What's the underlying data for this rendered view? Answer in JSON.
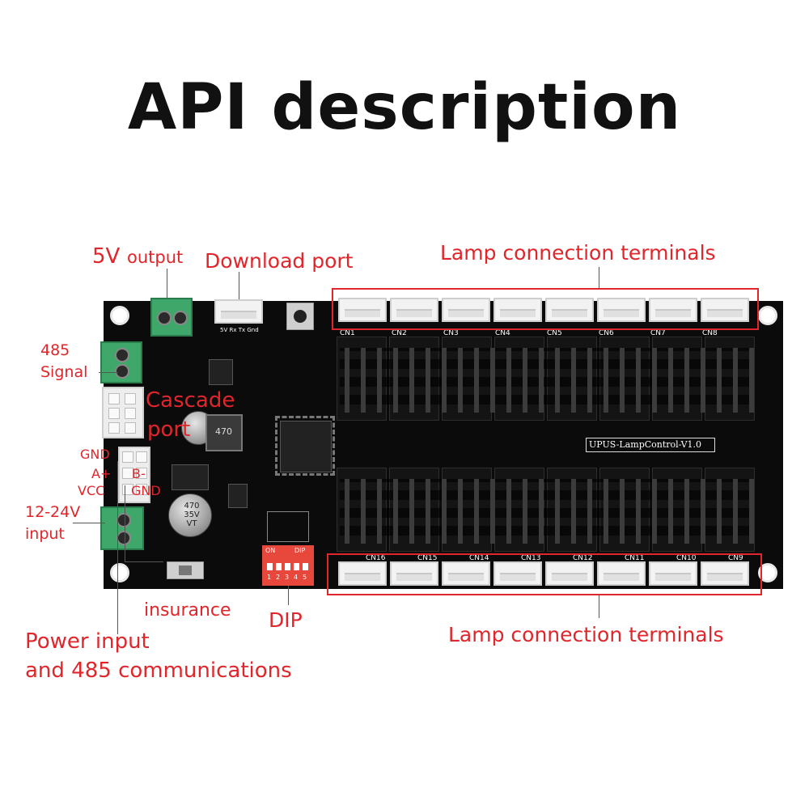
{
  "title": "API description",
  "labels": {
    "five_v_big": "5V",
    "five_v_small": "output",
    "download_port": "Download port",
    "lamp_top": "Lamp connection terminals",
    "lamp_bottom": "Lamp connection terminals",
    "sig_485_line1": "485",
    "sig_485_line2": "Signal",
    "cascade_line1": "Cascade",
    "cascade_line2": "port",
    "gnd_top": "GND",
    "a_plus": "A+",
    "b_minus": "B-",
    "vcc": "VCC",
    "gnd_bottom": "GND",
    "input_line1": "12-24V",
    "input_line2": "input",
    "insurance": "insurance",
    "dip": "DIP",
    "power_line1": "Power input",
    "power_line2": "and 485 communications"
  },
  "board": {
    "model": "UPUS-LampControl-V1.0",
    "top_connectors": [
      "CN1",
      "CN2",
      "CN3",
      "CN4",
      "CN5",
      "CN6",
      "CN7",
      "CN8"
    ],
    "bottom_connectors": [
      "CN16",
      "CN15",
      "CN14",
      "CN13",
      "CN12",
      "CN11",
      "CN10",
      "CN9"
    ],
    "uart_label": "5V Rx Tx Gnd",
    "dip_on": "ON",
    "dip_text": "DIP",
    "dip_numbers": [
      "1",
      "2",
      "3",
      "4",
      "5"
    ],
    "cap_lines": [
      "470",
      "35V",
      "VT"
    ],
    "inductor": "470"
  },
  "colors": {
    "annotation": "#e0262b",
    "board": "#0b0b0b",
    "terminal_green": "#3fa76a"
  }
}
